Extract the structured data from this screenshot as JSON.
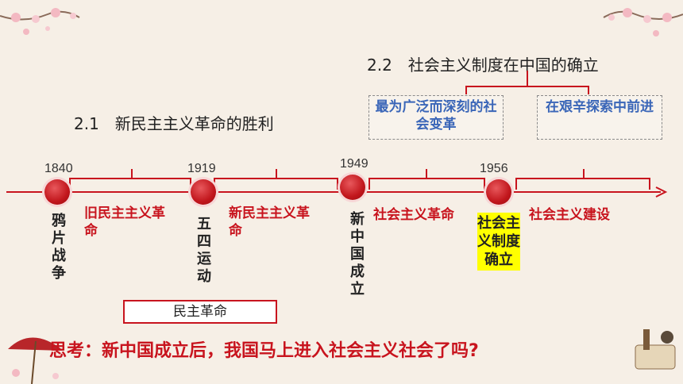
{
  "headings": {
    "h22": "2.2　社会主义制度在中国的确立",
    "h21": "2.1　新民主主义革命的胜利"
  },
  "boxes": {
    "left": "最为广泛而深刻的社会变革",
    "right": "在艰辛探索中前进"
  },
  "timeline": {
    "years": [
      "1840",
      "1919",
      "1949",
      "1956"
    ],
    "events": [
      "鸦片战争",
      "五四运动",
      "新中国成立",
      "社会主义制度确立"
    ],
    "segments": [
      "旧民主主义革命",
      "新民主主义革命",
      "社会主义革命",
      "社会主义建设"
    ],
    "demo_revolution": "民主革命"
  },
  "question": "思考：新中国成立后，我国马上进入社会主义社会了吗?",
  "colors": {
    "accent_red": "#c8141e",
    "box_text_blue": "#3a66b8",
    "highlight": "#ffff00"
  }
}
